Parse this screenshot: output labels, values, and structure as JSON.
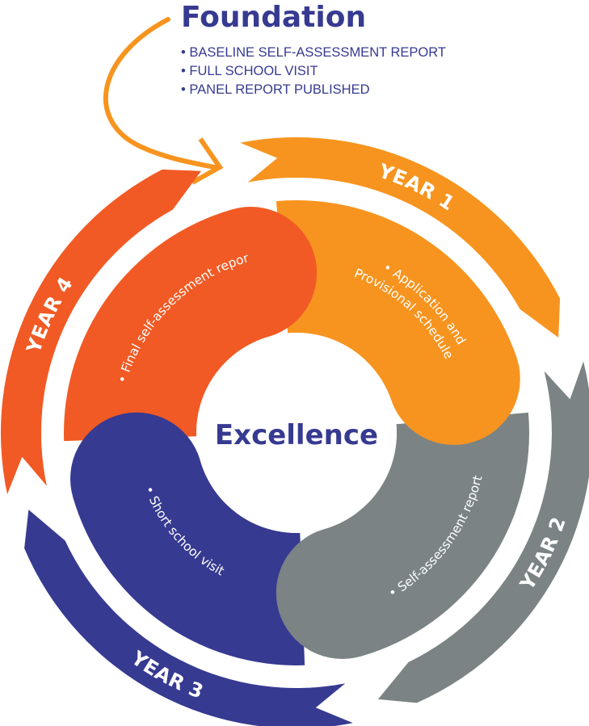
{
  "foundation": {
    "title": "Foundation",
    "items": [
      "• BASELINE SELF-ASSESSMENT REPORT",
      "• FULL SCHOOL VISIT",
      "• PANEL REPORT PUBLISHED"
    ]
  },
  "center": {
    "label": "Excellence"
  },
  "years": [
    {
      "label": "YEAR 1",
      "color": "#F7941F",
      "activity_lines": [
        "• Application and",
        "Provisional schedule"
      ]
    },
    {
      "label": "YEAR 2",
      "color": "#7B8384",
      "activity_lines": [
        "• Self-assessment report"
      ]
    },
    {
      "label": "YEAR 3",
      "color": "#363A91",
      "activity_lines": [
        "• Short school visit"
      ]
    },
    {
      "label": "YEAR 4",
      "color": "#F15A24",
      "activity_lines": [
        "• Final self-assessment report"
      ]
    }
  ],
  "colors": {
    "title": "#363A91",
    "arrow": "#F7941F",
    "center_fill": "#FFFFFF",
    "text_light": "#FFFFFF"
  }
}
